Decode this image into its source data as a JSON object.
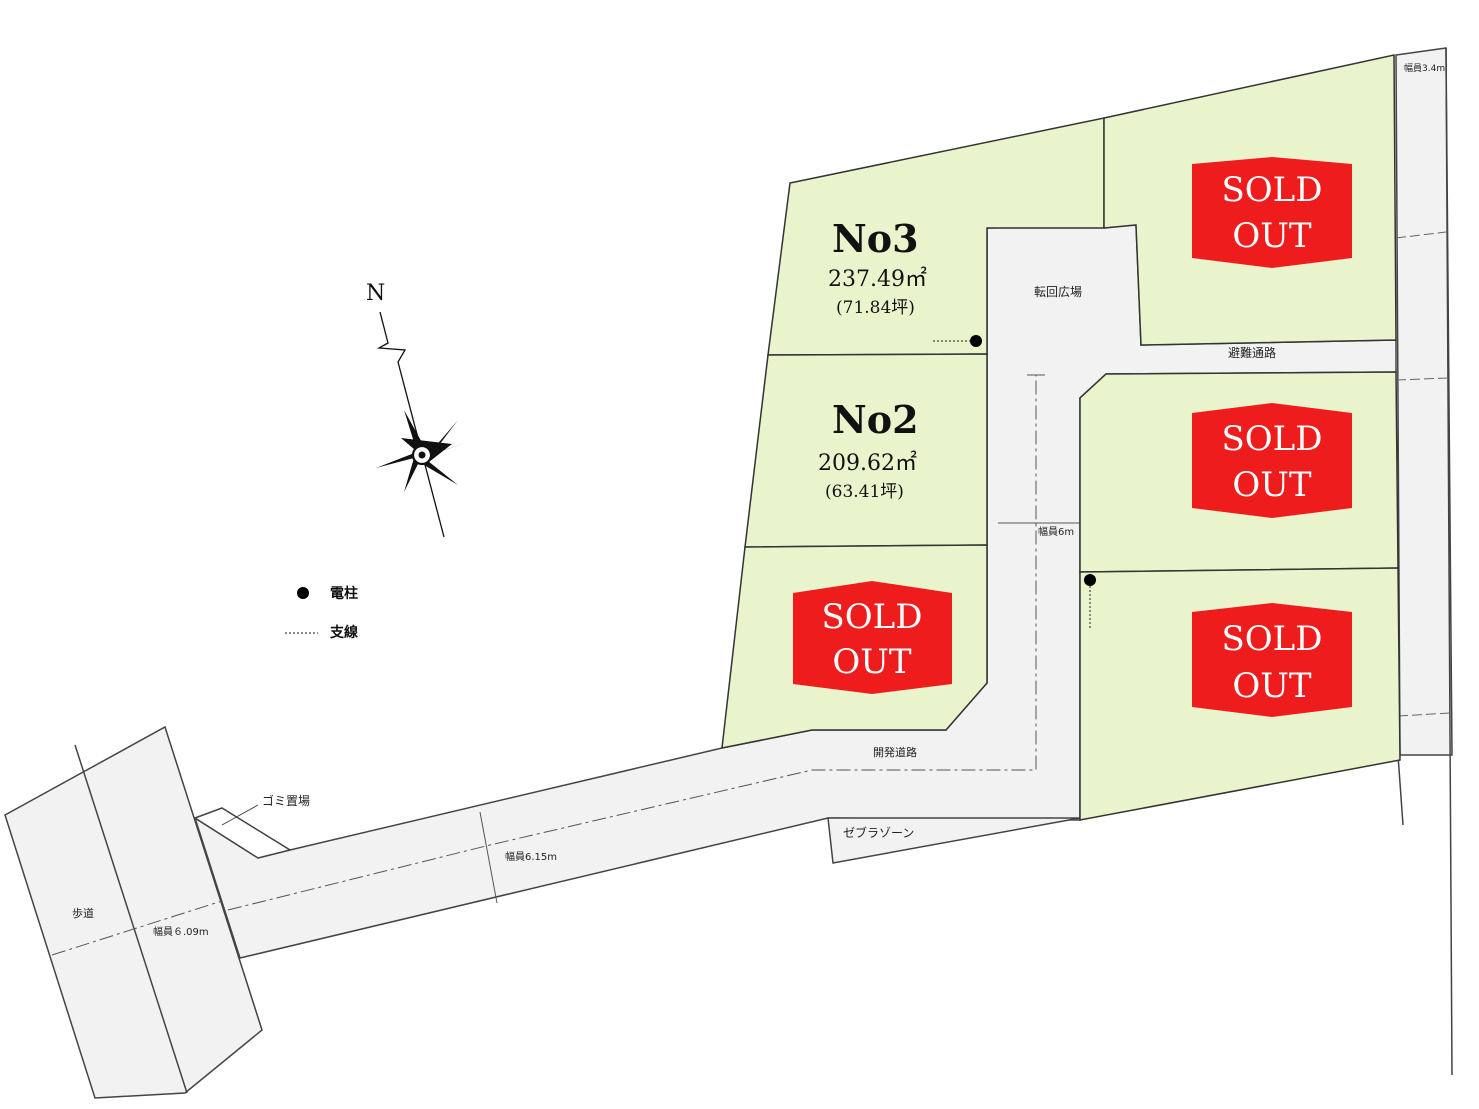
{
  "lots": [
    {
      "id": "no3",
      "number": "No3",
      "area": "237.49㎡",
      "tsubo": "(71.84坪)"
    },
    {
      "id": "no2",
      "number": "No2",
      "area": "209.62㎡",
      "tsubo": "(63.41坪)"
    }
  ],
  "sold_badge": {
    "line1": "SOLD",
    "line2": "OUT",
    "color": "#ee1c1c"
  },
  "road_labels": {
    "turnaround": "転回広場",
    "evacuation": "避難通路",
    "dev_road": "開発道路",
    "zebra": "ゼブラゾーン",
    "garbage": "ゴミ置場",
    "sidewalk": "歩道",
    "width_34": "幅員3.4m",
    "width_6": "幅員6m",
    "width_615": "幅員6.15m",
    "width_609": "幅員６.09m"
  },
  "legend": {
    "pole": "電柱",
    "stay_wire": "支線"
  },
  "compass": {
    "north": "N"
  },
  "colors": {
    "lot_fill": "#eaf4cc",
    "road_fill": "#f2f2f2"
  }
}
